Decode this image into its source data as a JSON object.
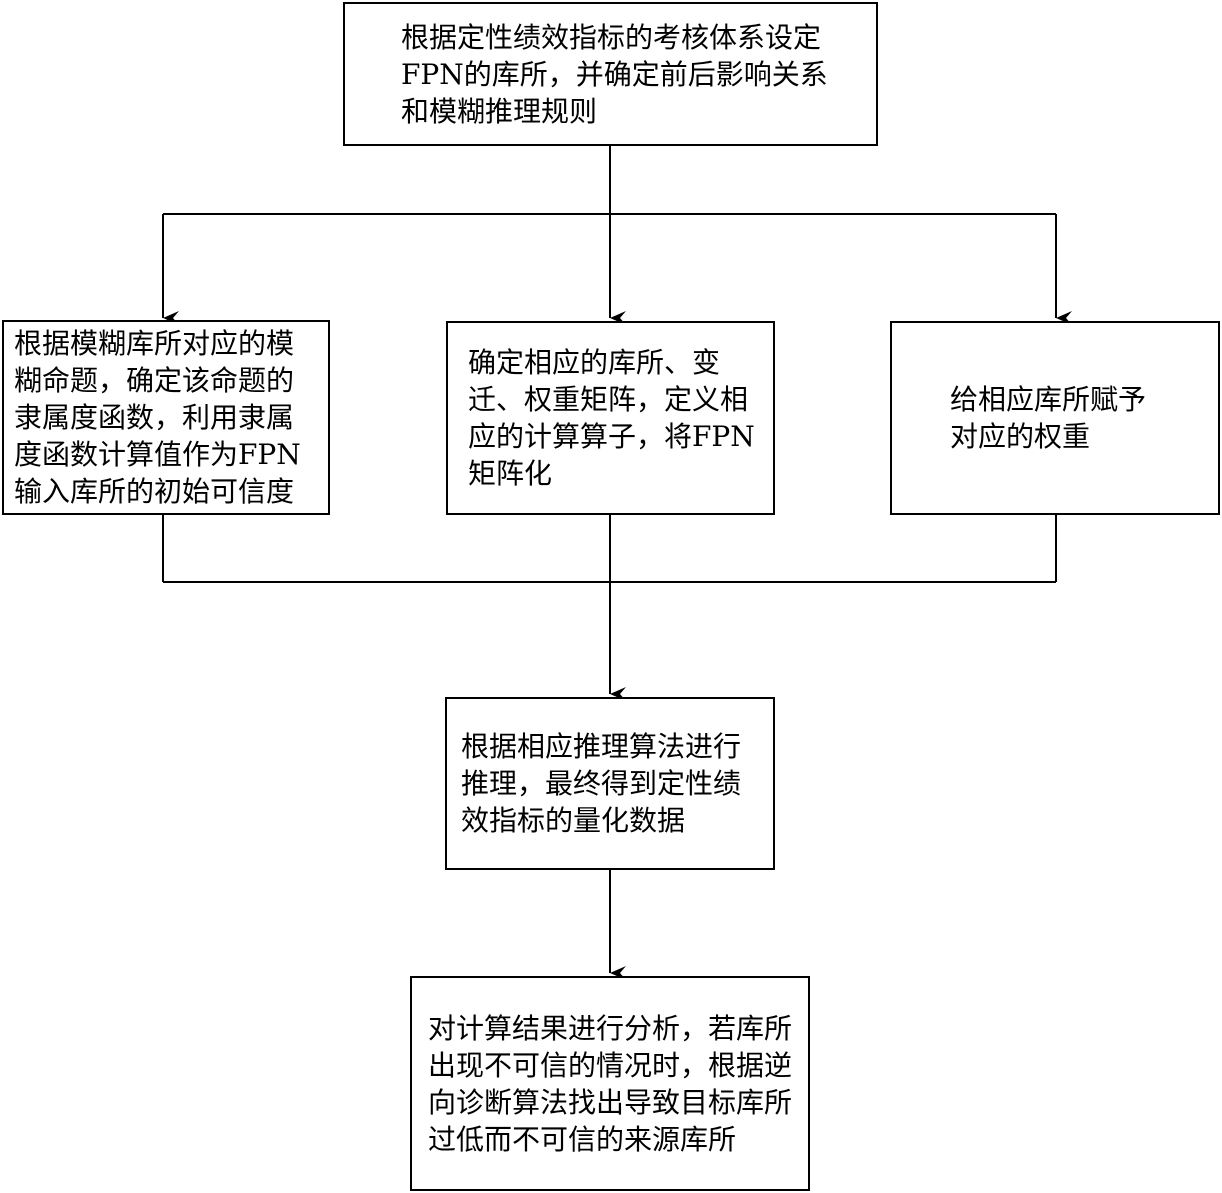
{
  "nodes": {
    "top": "根据定性绩效指标的考核体系设定FPN的库所，并确定前后影响关系和模糊推理规则",
    "left": "根据模糊库所对应的模糊命题，确定该命题的隶属度函数，利用隶属度函数计算值作为FPN输入库所的初始可信度",
    "middle": "确定相应的库所、变迁、权重矩阵，定义相应的计算算子，将FPN矩阵化",
    "right": "给相应库所赋予对应的权重",
    "reason": "根据相应推理算法进行推理，最终得到定性绩效指标的量化数据",
    "analysis": "对计算结果进行分析，若库所出现不可信的情况时，根据逆向诊断算法找出导致目标库所过低而不可信的来源库所"
  },
  "style": {
    "line_color": "#000000",
    "box_border_color": "#000000",
    "background": "#ffffff"
  }
}
